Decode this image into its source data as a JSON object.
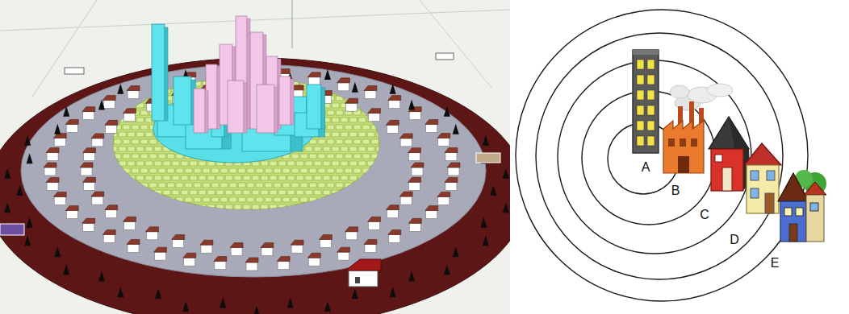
{
  "diagram": {
    "nodes": [
      {
        "text": [
          "E"
        ]
      },
      {
        "text": [
          "D"
        ],
        "in": 0
      },
      {
        "text": [
          "C"
        ],
        "in": 1
      },
      {
        "text": [
          "B"
        ],
        "in": 2
      },
      {
        "text": [
          "A"
        ],
        "in": 3
      }
    ]
  }
}
